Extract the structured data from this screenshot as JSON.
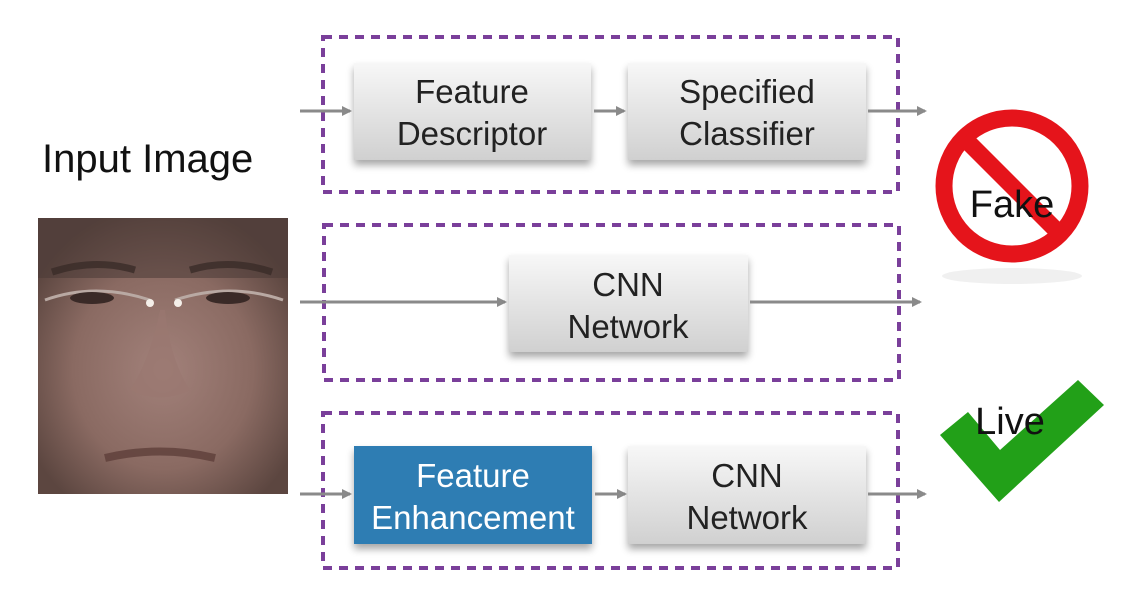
{
  "input": {
    "label": "Input Image"
  },
  "pipelines": [
    {
      "nodes": [
        {
          "line1": "Feature",
          "line2": "Descriptor"
        },
        {
          "line1": "Specified",
          "line2": "Classifier"
        }
      ]
    },
    {
      "nodes": [
        {
          "line1": "CNN",
          "line2": "Network"
        }
      ]
    },
    {
      "nodes": [
        {
          "line1": "Feature",
          "line2": "Enhancement"
        },
        {
          "line1": "CNN",
          "line2": "Network"
        }
      ]
    }
  ],
  "outputs": {
    "fake": {
      "label": "Fake",
      "icon": "prohibited-icon"
    },
    "live": {
      "label": "Live",
      "icon": "checkmark-icon"
    }
  },
  "colors": {
    "dashed_border": "#7a3f9a",
    "gray_box_top": "#f6f6f6",
    "gray_box_bottom": "#d2d2d2",
    "enhancement_box": "#2d7db3",
    "arrow": "#8a8a8a",
    "prohibited_red": "#e5141b",
    "check_green": "#22a018"
  }
}
